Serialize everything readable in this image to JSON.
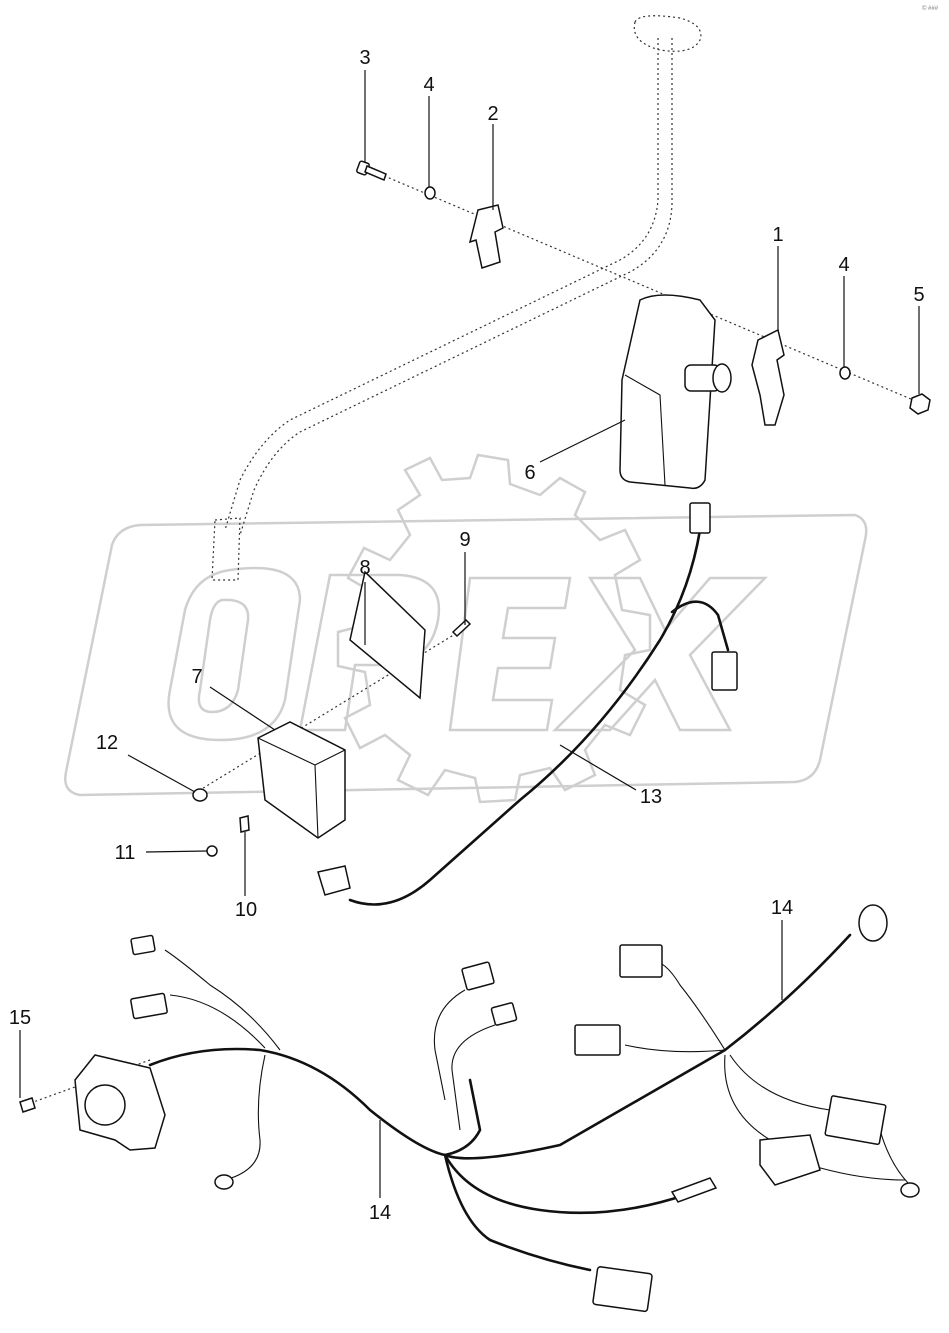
{
  "diagram": {
    "watermark": "OPEX",
    "corner_mark": "© ###"
  },
  "callouts": [
    {
      "id": "c1",
      "label": "1"
    },
    {
      "id": "c2",
      "label": "2"
    },
    {
      "id": "c3",
      "label": "3"
    },
    {
      "id": "c4a",
      "label": "4"
    },
    {
      "id": "c4b",
      "label": "4"
    },
    {
      "id": "c5",
      "label": "5"
    },
    {
      "id": "c6",
      "label": "6"
    },
    {
      "id": "c7",
      "label": "7"
    },
    {
      "id": "c8",
      "label": "8"
    },
    {
      "id": "c9",
      "label": "9"
    },
    {
      "id": "c10",
      "label": "10"
    },
    {
      "id": "c11",
      "label": "11"
    },
    {
      "id": "c12",
      "label": "12"
    },
    {
      "id": "c13",
      "label": "13"
    },
    {
      "id": "c14a",
      "label": "14"
    },
    {
      "id": "c14b",
      "label": "14"
    },
    {
      "id": "c15",
      "label": "15"
    }
  ]
}
